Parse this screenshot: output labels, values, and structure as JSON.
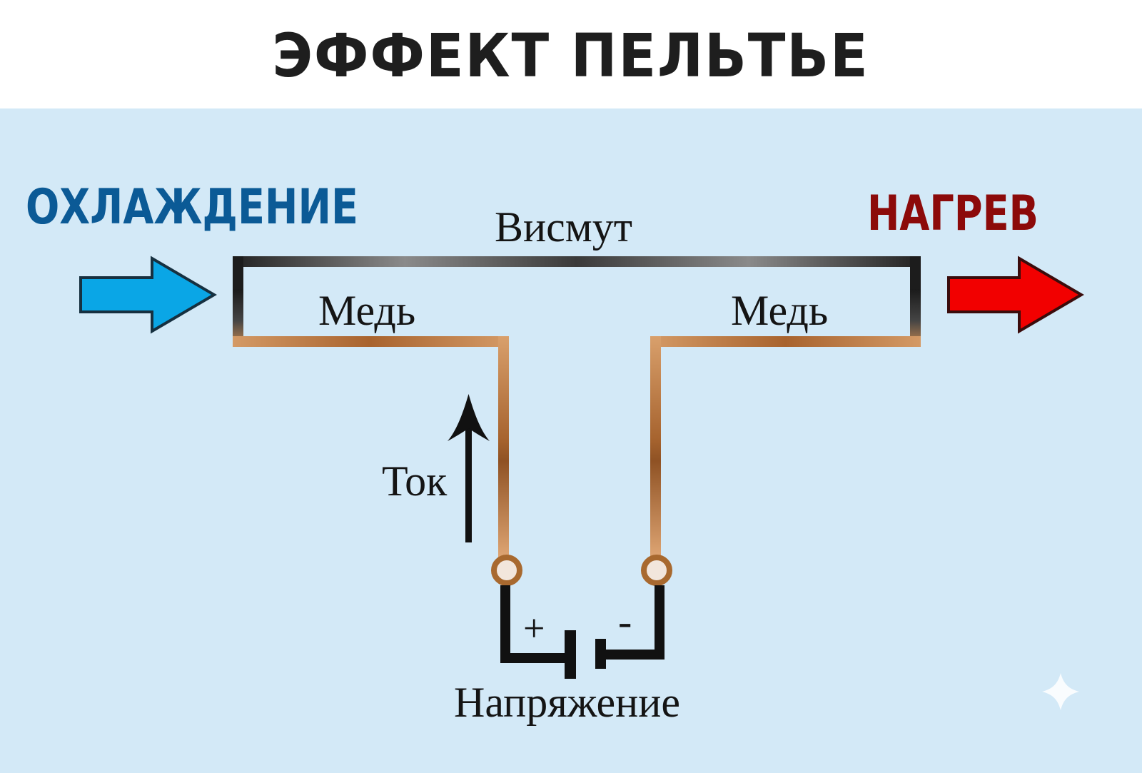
{
  "title": "ЭФФЕКТ ПЕЛЬТЬЕ",
  "labels": {
    "cooling": "ОХЛАЖДЕНИЕ",
    "heating": "НАГРЕВ",
    "bismuth": "Висмут",
    "copper_left": "Медь",
    "copper_right": "Медь",
    "current": "Ток",
    "voltage": "Напряжение",
    "plus": "+",
    "minus": "-"
  },
  "colors": {
    "cooling": "#0b5a96",
    "heating": "#8c0a0a",
    "cold_arrow": "#0aa6e6",
    "hot_arrow": "#f20000",
    "copper": "#c07a45",
    "bismuth": "#2a2a2a",
    "panel_background": "#d3e9f7"
  },
  "icons": [
    "cold-arrow-icon",
    "hot-arrow-icon",
    "current-arrow-icon",
    "battery-icon",
    "terminal-icon",
    "sparkle-icon"
  ]
}
